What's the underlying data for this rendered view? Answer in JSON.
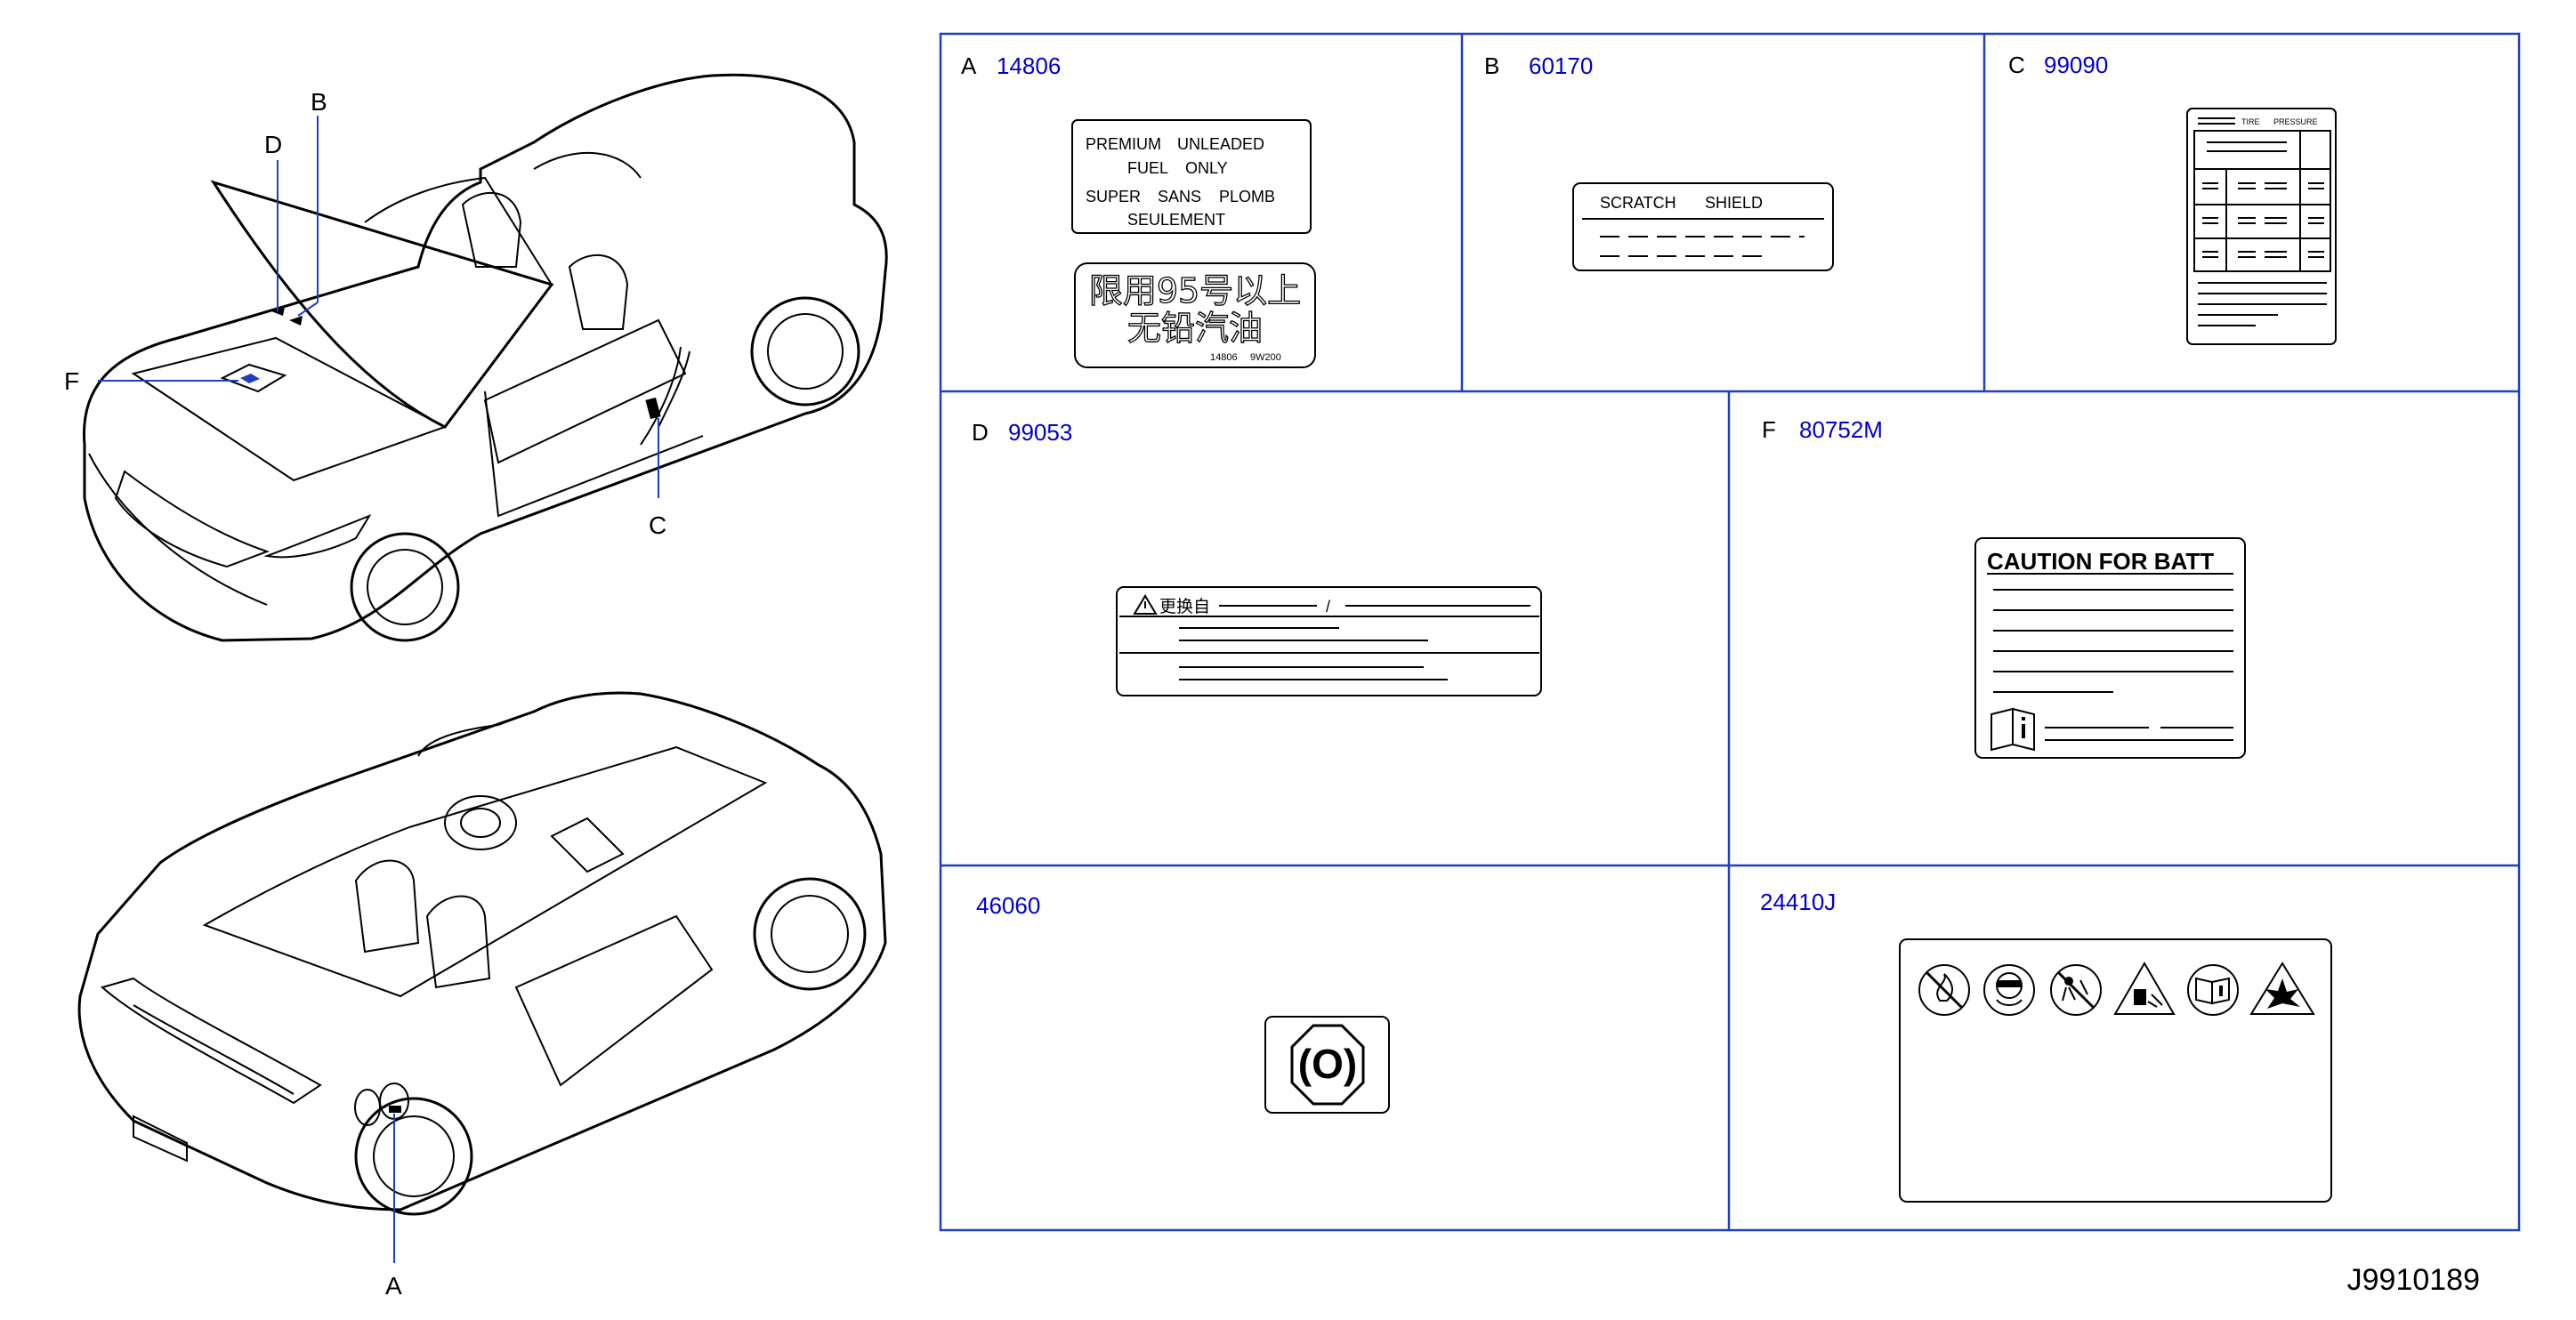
{
  "callouts": {
    "a": "A",
    "b": "B",
    "c": "C",
    "d": "D",
    "f": "F"
  },
  "panels": {
    "a": {
      "letter": "A",
      "part": "14806",
      "label1": [
        "PREMIUM",
        "UNLEADED"
      ],
      "label1_line2": [
        "FUEL",
        "ONLY"
      ],
      "label1_line3": [
        "SUPER",
        "SANS",
        "PLOMB"
      ],
      "label1_line4": "SEULEMENT",
      "cn_line1": "限用95号以上",
      "cn_line2": "无铅汽油",
      "cn_code1": "14806",
      "cn_code2": "9W200"
    },
    "b": {
      "letter": "B",
      "part": "60170",
      "title": [
        "SCRATCH",
        "SHIELD"
      ]
    },
    "c": {
      "letter": "C",
      "part": "99090",
      "header": [
        "TIRE",
        "PRESSURE"
      ]
    },
    "d": {
      "letter": "D",
      "part": "99053",
      "chars": "更换自",
      "slash": "/"
    },
    "f": {
      "letter": "F",
      "part": "80752M",
      "title": "CAUTION FOR BATT"
    },
    "g": {
      "part": "46060",
      "symbol": "(O)"
    },
    "h": {
      "part": "24410J"
    }
  },
  "reference": "J9910189",
  "icons": [
    "no-smoking-fire-icon",
    "eye-protection-icon",
    "keep-children-away-icon",
    "acid-warning-icon",
    "read-manual-icon",
    "explosion-warning-icon",
    "warning-triangle-icon",
    "info-book-icon"
  ]
}
